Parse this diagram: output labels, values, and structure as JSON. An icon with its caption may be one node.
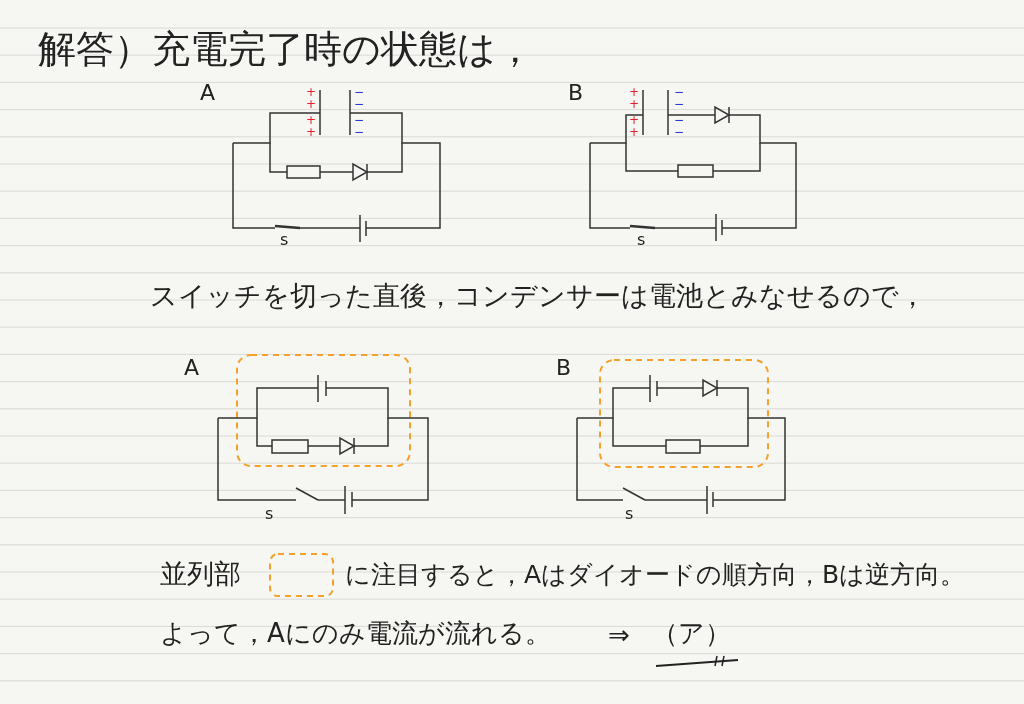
{
  "diagram": {
    "title": "解答）充電完了時の状態は，",
    "labels": [
      "A",
      "B",
      "+",
      "+",
      "+",
      "+",
      "−",
      "−",
      "−",
      "−",
      "+",
      "+",
      "+",
      "+",
      "−",
      "−",
      "−",
      "−",
      "s",
      "s",
      "スイッチを切った直後，コンデンサーは電池とみなせるので，",
      "A",
      "B",
      "s",
      "s",
      "並列部",
      "に注目すると，Aはダイオードの順方向，Bは逆方向。",
      "よって，Aにのみ電流が流れる。",
      "⇒",
      "（ア）"
    ]
  }
}
